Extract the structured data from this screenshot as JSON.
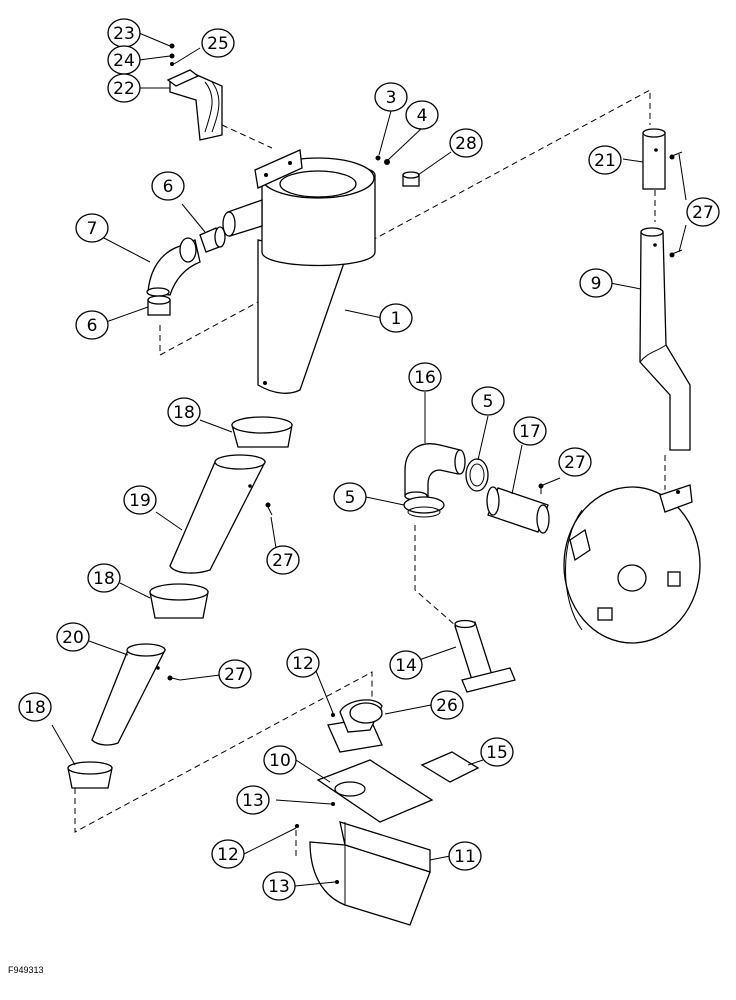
{
  "figure_id": "F949313",
  "callouts": [
    {
      "label": "23"
    },
    {
      "label": "24"
    },
    {
      "label": "25"
    },
    {
      "label": "22"
    },
    {
      "label": "3"
    },
    {
      "label": "4"
    },
    {
      "label": "28"
    },
    {
      "label": "6"
    },
    {
      "label": "7"
    },
    {
      "label": "6"
    },
    {
      "label": "1"
    },
    {
      "label": "21"
    },
    {
      "label": "27"
    },
    {
      "label": "9"
    },
    {
      "label": "18"
    },
    {
      "label": "16"
    },
    {
      "label": "5"
    },
    {
      "label": "17"
    },
    {
      "label": "27"
    },
    {
      "label": "19"
    },
    {
      "label": "5"
    },
    {
      "label": "27"
    },
    {
      "label": "18"
    },
    {
      "label": "20"
    },
    {
      "label": "14"
    },
    {
      "label": "27"
    },
    {
      "label": "12"
    },
    {
      "label": "18"
    },
    {
      "label": "26"
    },
    {
      "label": "10"
    },
    {
      "label": "15"
    },
    {
      "label": "13"
    },
    {
      "label": "12"
    },
    {
      "label": "11"
    },
    {
      "label": "13"
    }
  ]
}
